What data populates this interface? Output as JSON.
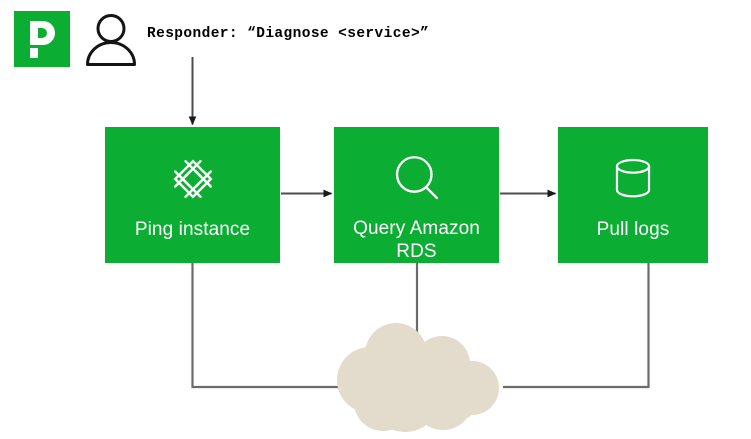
{
  "theme": {
    "brand_green": "#0BAE33",
    "cloud_beige": "#E3DBCC",
    "connector_gray": "#6B6B6B",
    "text_black": "#000000",
    "box_label_white": "#FFFFFF"
  },
  "header": {
    "logo_name": "pagerduty-logo",
    "logo_letter": "P",
    "person_icon_name": "person-icon",
    "message": "Responder: “Diagnose <service>”"
  },
  "flow": {
    "steps": [
      {
        "id": "ping-instance",
        "label": "Ping instance",
        "icon": "network-mesh-icon"
      },
      {
        "id": "query-amazon-rds",
        "label": "Query Amazon RDS",
        "icon": "magnifying-glass-icon"
      },
      {
        "id": "pull-logs",
        "label": "Pull logs",
        "icon": "database-cylinder-icon"
      }
    ],
    "cloud": {
      "id": "cloud",
      "label": "",
      "icon": "cloud-shape"
    },
    "connectors": [
      {
        "from": "responder",
        "to": "ping-instance",
        "arrow": true,
        "direction": "down"
      },
      {
        "from": "ping-instance",
        "to": "query-amazon-rds",
        "arrow": true,
        "direction": "right"
      },
      {
        "from": "query-amazon-rds",
        "to": "pull-logs",
        "arrow": true,
        "direction": "right"
      },
      {
        "from": "ping-instance",
        "to": "cloud",
        "arrow": false,
        "direction": "down-right"
      },
      {
        "from": "query-amazon-rds",
        "to": "cloud",
        "arrow": false,
        "direction": "down"
      },
      {
        "from": "pull-logs",
        "to": "cloud",
        "arrow": false,
        "direction": "down-left"
      }
    ]
  }
}
